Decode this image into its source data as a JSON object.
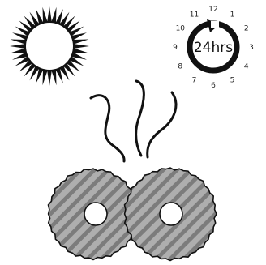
{
  "colors": {
    "ink": "#111111",
    "background": "#ffffff",
    "disc_fill": "#aeaeae",
    "disc_stripe": "#7c7c7c"
  },
  "icons": {
    "sun": "sun-icon",
    "clock": "clock-icon",
    "vapor": "steam-wave-icon",
    "discs": "sliced-disc-icon"
  },
  "clock": {
    "center_label": "24hrs",
    "numbers": [
      "12",
      "1",
      "2",
      "3",
      "4",
      "5",
      "6",
      "7",
      "8",
      "9",
      "10",
      "11"
    ]
  }
}
